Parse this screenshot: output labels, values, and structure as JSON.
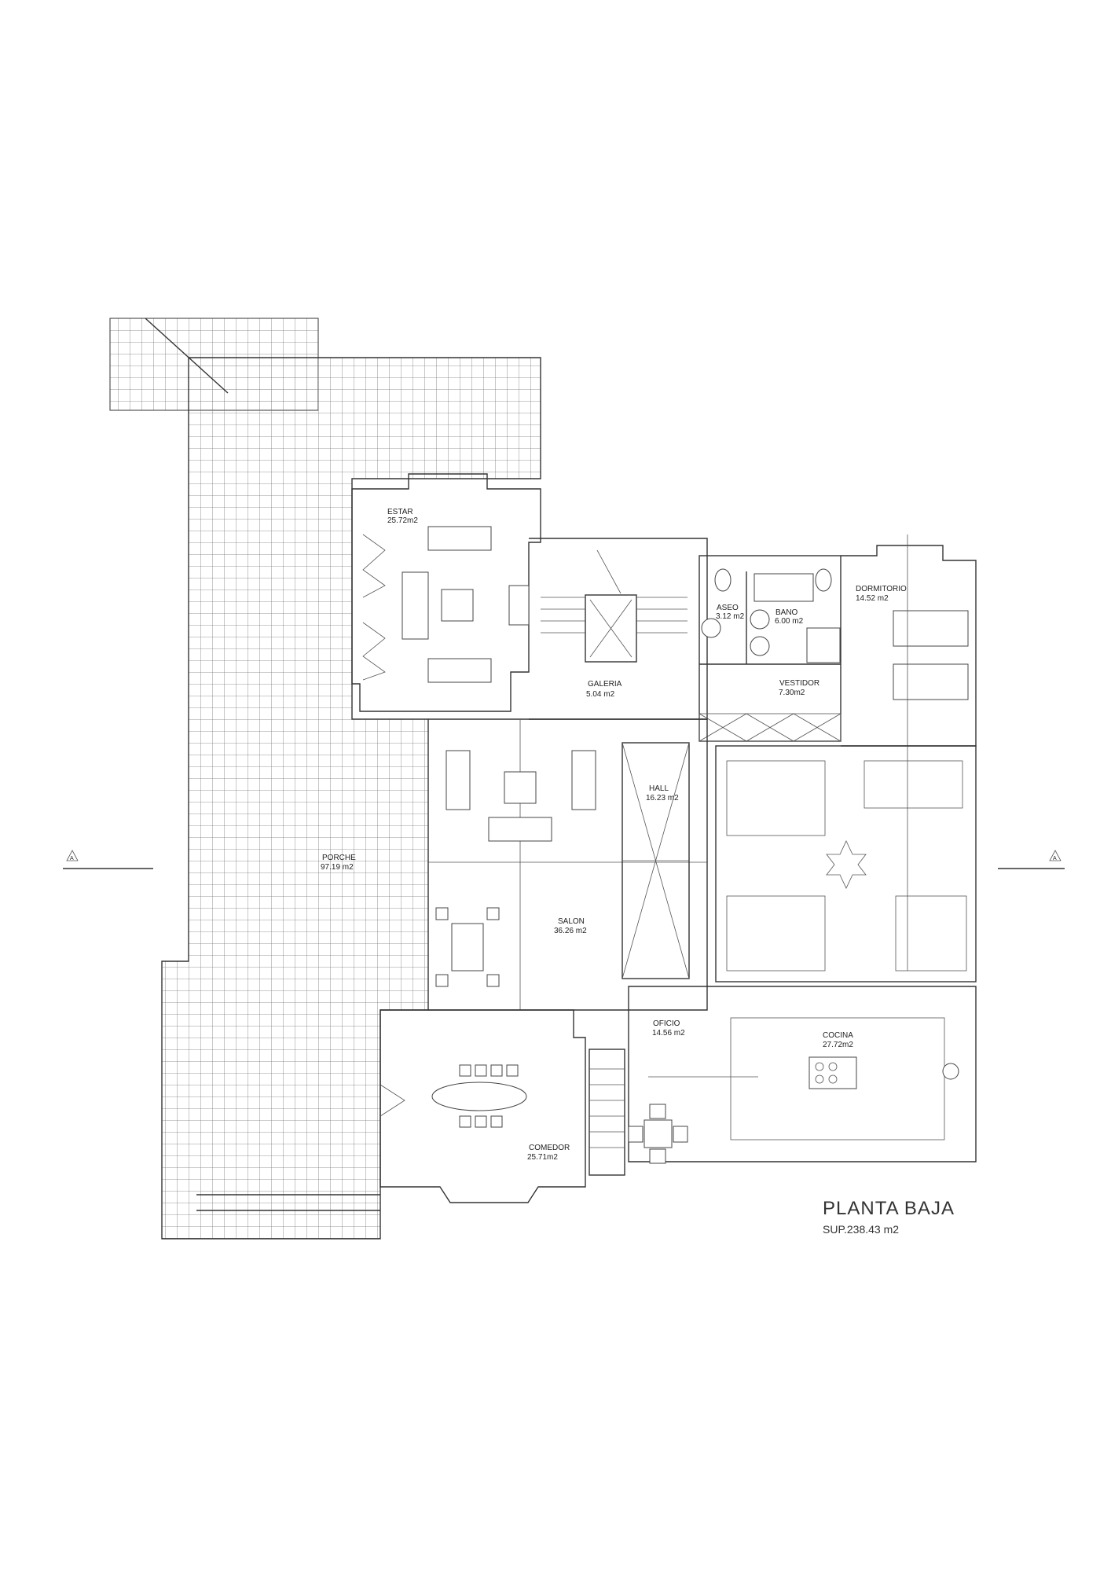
{
  "plan": {
    "title": "PLANTA BAJA",
    "surface": "SUP.238.43 m2",
    "section_marker": "A",
    "rooms": {
      "estar": {
        "name": "ESTAR",
        "area": "25.72m2"
      },
      "galeria": {
        "name": "GALERIA",
        "area": "5.04 m2"
      },
      "aseo": {
        "name": "ASEO",
        "area": "3.12 m2"
      },
      "bano": {
        "name": "BANO",
        "area": "6.00 m2"
      },
      "vestidor": {
        "name": "VESTIDOR",
        "area": "7.30m2"
      },
      "dormitorio": {
        "name": "DORMITORIO",
        "area": "14.52 m2"
      },
      "hall": {
        "name": "HALL",
        "area": "16.23 m2"
      },
      "porche": {
        "name": "PORCHE",
        "area": "97.19 m2"
      },
      "salon": {
        "name": "SALON",
        "area": "36.26 m2"
      },
      "oficio": {
        "name": "OFICIO",
        "area": "14.56 m2"
      },
      "cocina": {
        "name": "COCINA",
        "area": "27.72m2"
      },
      "comedor": {
        "name": "COMEDOR",
        "area": "25.71m2"
      }
    }
  }
}
